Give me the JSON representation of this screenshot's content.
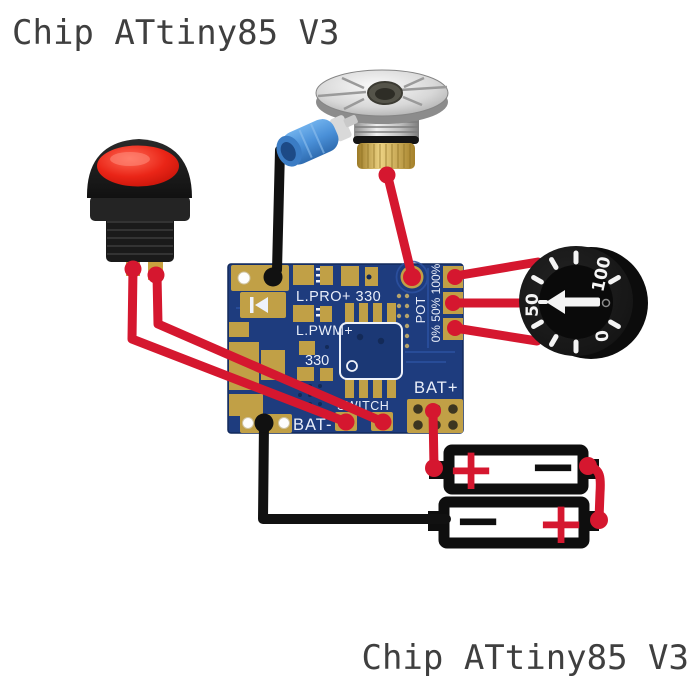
{
  "titles": {
    "top_left": "Chip ATtiny85 V3",
    "bottom_right": "Chip ATtiny85 V3"
  },
  "pcb": {
    "description": "ATtiny85 V3 PWM control chip board",
    "labels": {
      "l_pro": "L.PRO+ 330",
      "l_pwm": "L.PWM+",
      "resistor_330": "330",
      "pot": "POT",
      "pot_scale": "0% 50% 100%",
      "bat_plus": "BAT+",
      "bat_minus": "BAT-",
      "switch_label": "SWITCH"
    }
  },
  "rotary_dial": {
    "labels": {
      "zero": "0",
      "fifty": "50",
      "hundred": "100"
    }
  },
  "batteries": {
    "top": {
      "left_terminal": "+",
      "right_terminal": "−"
    },
    "bottom": {
      "left_terminal": "−",
      "right_terminal": "+"
    }
  },
  "colors": {
    "wire_red": "#d5172f",
    "wire_black": "#111111",
    "pcb_blue": "#1e3c7e",
    "pad_gold": "#c1a046",
    "silkscreen_white": "#e9eef9",
    "button_red": "#e0231a",
    "crimp_blue": "#4a90d8",
    "dial_black": "#161616",
    "battery_outline": "#0e0e0e"
  }
}
